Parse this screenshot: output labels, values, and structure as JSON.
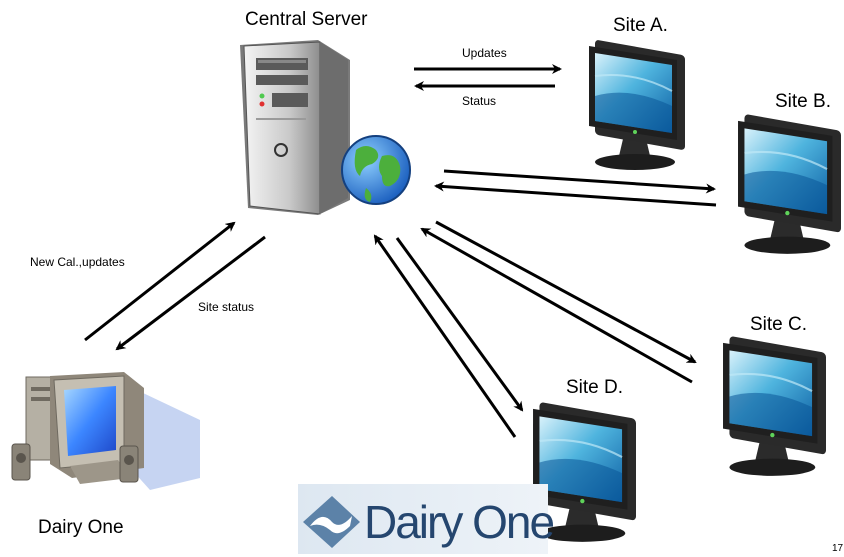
{
  "nodes": {
    "central_server": "Central Server",
    "site_a": "Site A.",
    "site_b": "Site B.",
    "site_c": "Site C.",
    "site_d": "Site D.",
    "dairy_one": "Dairy One"
  },
  "edges": {
    "updates": "Updates",
    "status": "Status",
    "new_cal_updates": "New Cal.,updates",
    "site_status": "Site status"
  },
  "logo": {
    "text": "Dairy One"
  },
  "slide_number": "17"
}
